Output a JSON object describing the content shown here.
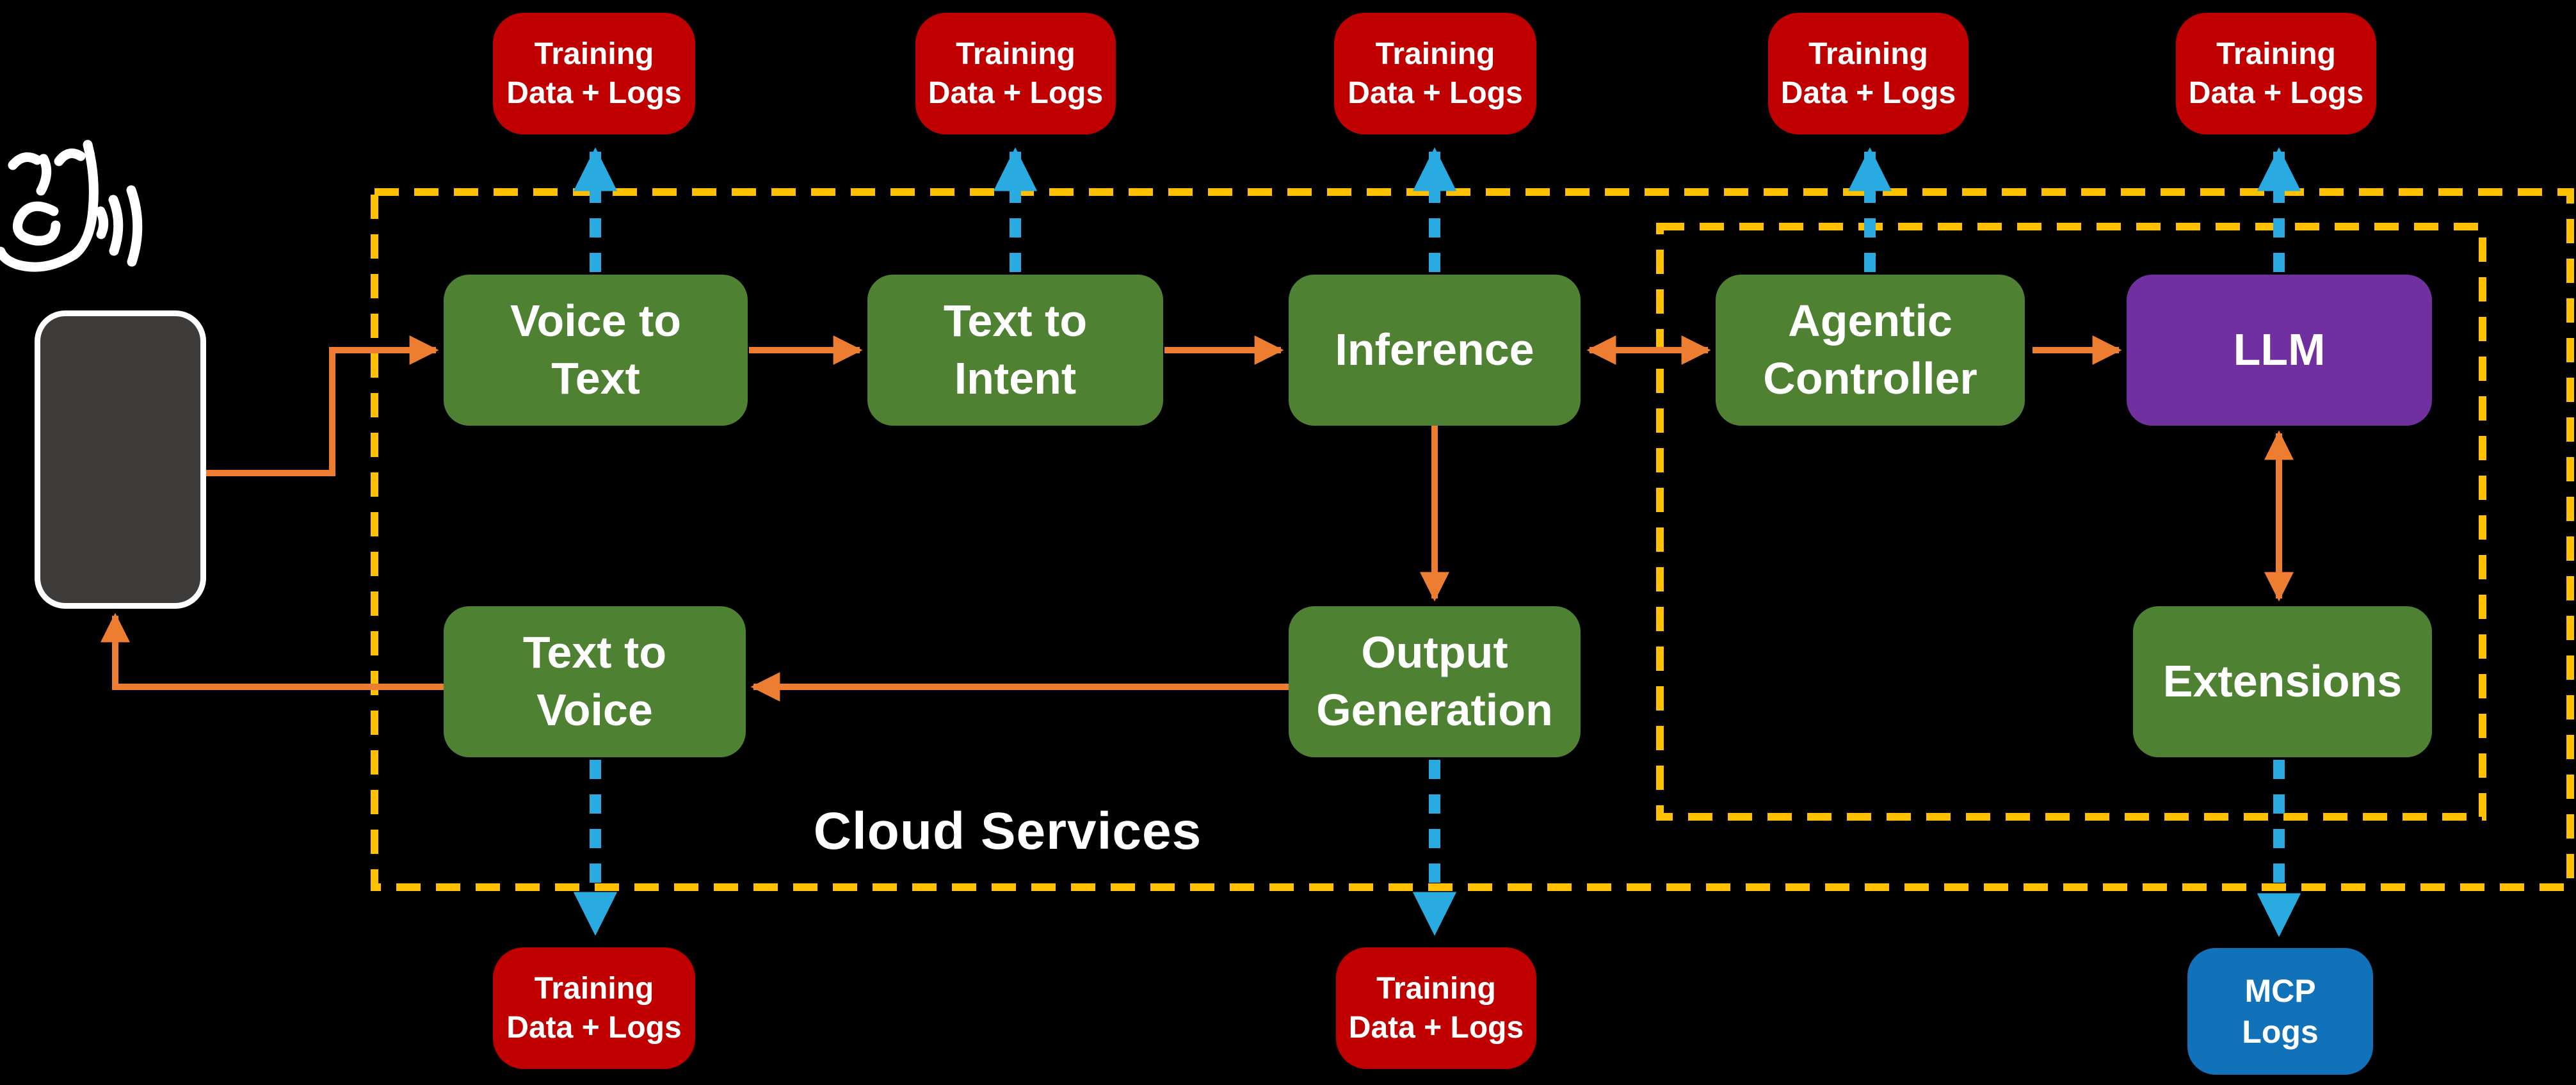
{
  "labels": {
    "cloud_services": "Cloud Services",
    "training": "Training\nData + Logs"
  },
  "nodes": {
    "voice_to_text": "Voice to\nText",
    "text_to_intent": "Text to\nIntent",
    "inference": "Inference",
    "agentic_controller": "Agentic\nController",
    "llm": "LLM",
    "output_generation": "Output\nGeneration",
    "text_to_voice": "Text to\nVoice",
    "extensions": "Extensions",
    "mcp_logs": "MCP\nLogs"
  },
  "icons": {
    "speaking_face": "speaking-face-icon",
    "smartphone": "smartphone-device"
  },
  "colors": {
    "green": "#4E8132",
    "red": "#C00000",
    "purple": "#7030A0",
    "blue": "#1172B9",
    "gold": "#FFC000",
    "orange": "#ED7D31",
    "lightblue": "#29ABE2",
    "devicegray": "#3E3C3A"
  }
}
